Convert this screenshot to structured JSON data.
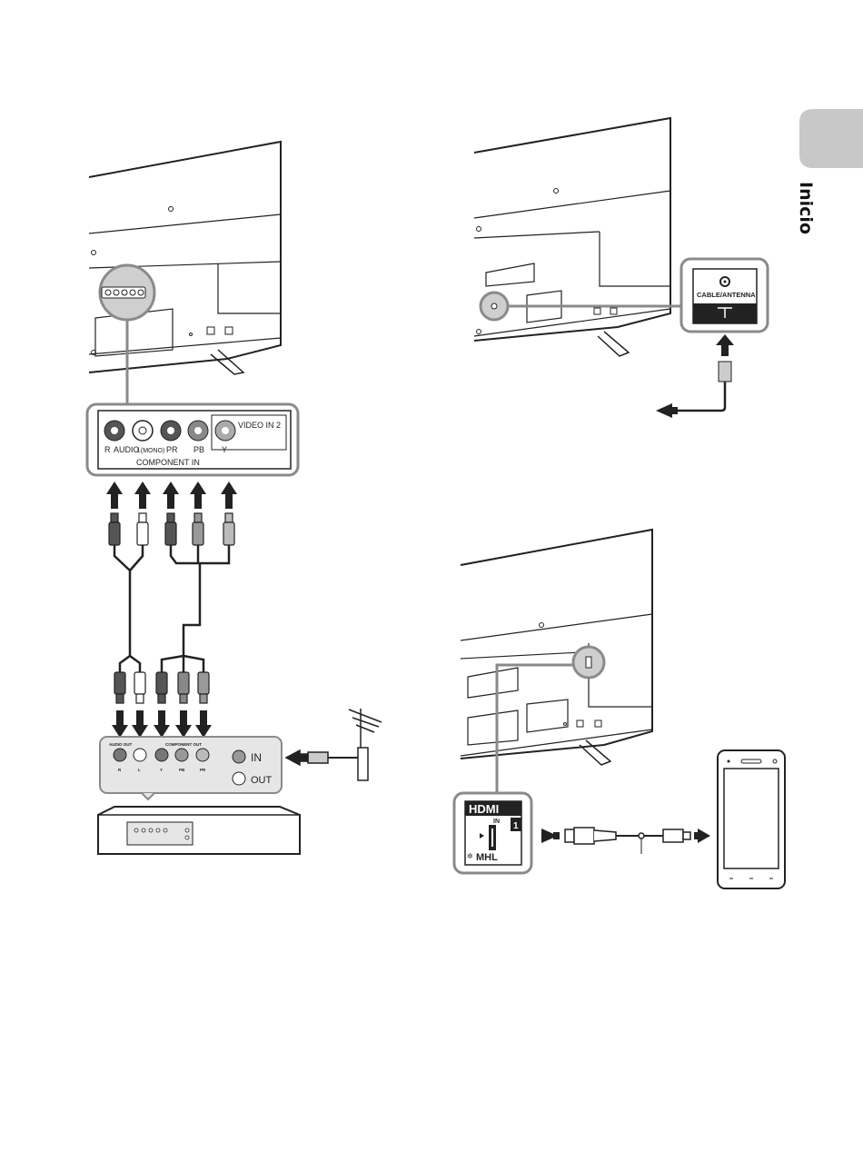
{
  "side_tab": {
    "label": "Inicio",
    "color": "#c8c8c8"
  },
  "component_panel": {
    "jack_labels": [
      "R",
      "AUDIO",
      "L(MONO)",
      "PR",
      "PB",
      "Y"
    ],
    "video_in_label": "VIDEO IN 2",
    "bottom_label": "COMPONENT IN"
  },
  "source_device": {
    "audio_out_label": "AUDIO OUT",
    "component_out_label": "COMPONENT OUT",
    "jack_labels": [
      "R",
      "L",
      "Y",
      "PB",
      "PR"
    ],
    "in_label": "IN",
    "out_label": "OUT"
  },
  "antenna_panel": {
    "label": "CABLE/ANTENNA"
  },
  "hdmi_panel": {
    "logo": "HDMI",
    "in_label": "IN",
    "port_number": "1",
    "mhl_label": "MHL"
  },
  "colors": {
    "line": "#222222",
    "panel_border": "#8a8a8a",
    "jack_dark": "#555555"
  }
}
